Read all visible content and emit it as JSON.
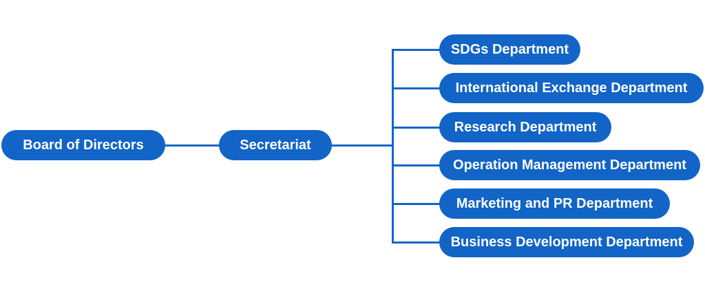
{
  "colors": {
    "node_fill": "#1264C6",
    "node_text": "#FFFFFF",
    "connector": "#1065C9",
    "background": "#FFFFFF"
  },
  "org": {
    "root": {
      "label": "Board of Directors"
    },
    "secretariat": {
      "label": "Secretariat"
    },
    "departments": [
      {
        "label": "SDGs Department"
      },
      {
        "label": "International Exchange Department"
      },
      {
        "label": "Research Department"
      },
      {
        "label": "Operation Management Department"
      },
      {
        "label": "Marketing and PR Department"
      },
      {
        "label": "Business Development Department"
      }
    ]
  }
}
